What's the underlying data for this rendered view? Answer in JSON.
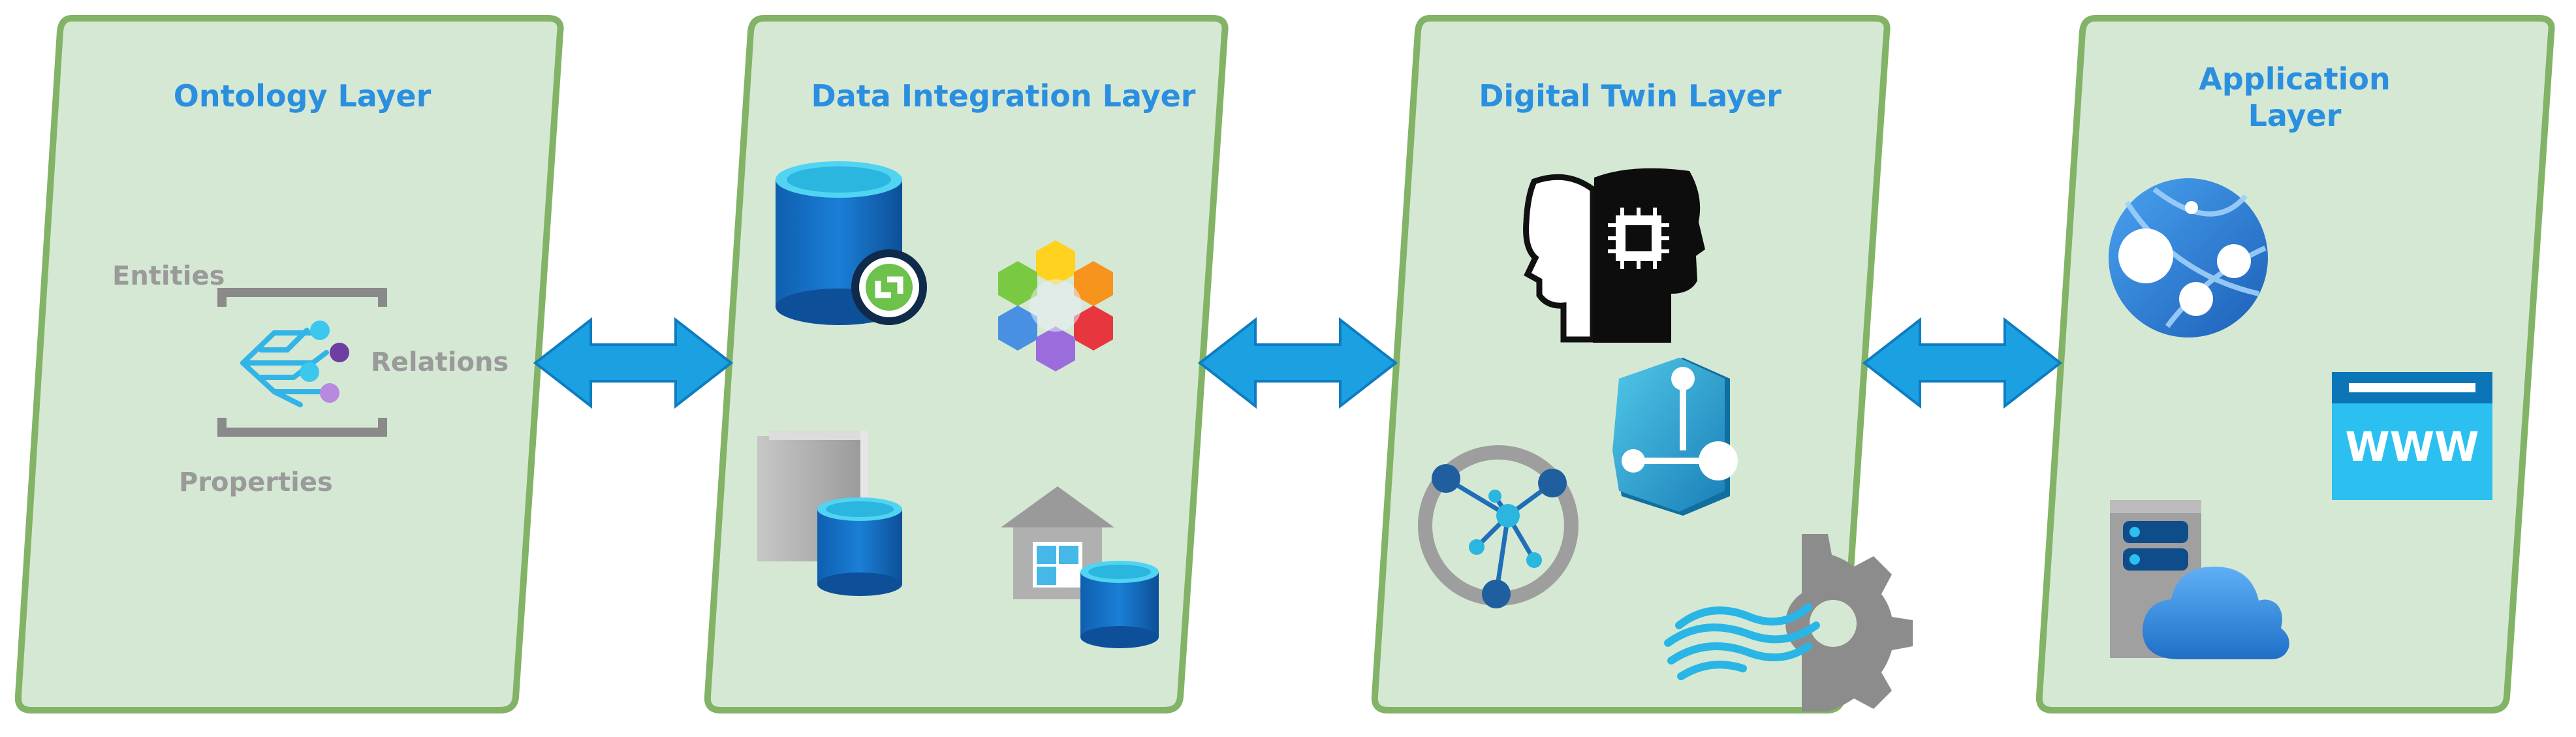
{
  "layers": [
    {
      "title": "Ontology Layer"
    },
    {
      "title": "Data Integration Layer"
    },
    {
      "title": "Digital Twin Layer"
    },
    {
      "title_line1": "Application",
      "title_line2": "Layer"
    }
  ],
  "ontology": {
    "entities_label": "Entities",
    "relations_label": "Relations",
    "properties_label": "Properties"
  },
  "application": {
    "www_label": "WWW"
  },
  "colors": {
    "panel_fill": "#d5e8d4",
    "panel_stroke": "#82b366",
    "title_blue": "#2b8fe0",
    "arrow_blue": "#1ba1e2",
    "label_gray": "#9a9a9a"
  },
  "icons": [
    "ontology-graph-icon",
    "database-sync-icon",
    "hexagon-flower-icon",
    "book-database-icon",
    "warehouse-database-icon",
    "ai-head-chip-icon",
    "digital-twin-hex-icon",
    "network-hub-icon",
    "iot-gear-icon",
    "globe-web-icon",
    "www-browser-icon",
    "server-cloud-icon"
  ]
}
